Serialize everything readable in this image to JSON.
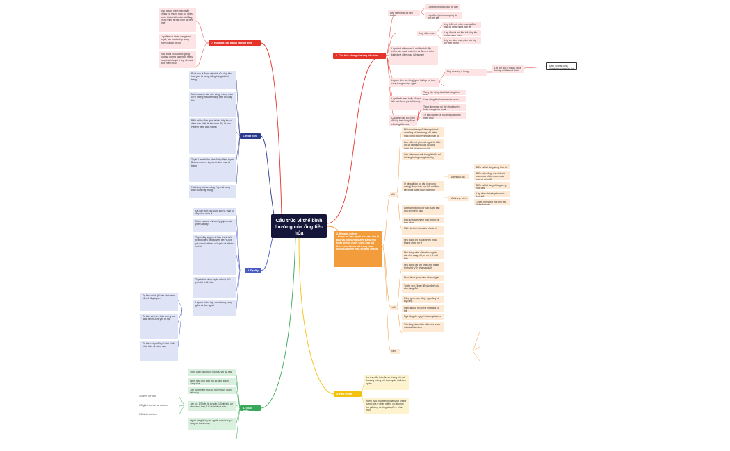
{
  "root": {
    "title": "Cấu trúc vi thể bình thường của ống tiêu hóa"
  },
  "colors": {
    "red": "#e5332a",
    "orange": "#f39c3b",
    "yellow": "#f4c20d",
    "green": "#3aa85c",
    "blue": "#4a5bc4",
    "navy": "#2b3a8c",
    "pinkfill": "#fde3e3",
    "orangefill": "#fde9d4",
    "yellowfill": "#fdf4cf",
    "greenfill": "#d9f0df",
    "bluefill": "#dfe3f6"
  },
  "branches": {
    "b1": "1. Cấu trúc chung của ống tiêu hóa",
    "b2": "2. Khoang miệng\n- Được bố bao ngoài hầu cấu của tế bào vài lớp sừng được sừng hóa hoặc không được sừng hóa tùy theo mức độ ma sát trong hoạt động của niêm mạc khoang miệng",
    "b3": "3. Hầu (Họng)",
    "b4": "4. Thực quản",
    "b5": "5. Dạ dày",
    "b6": "6. Ruột non",
    "b7": "7. Ruột già (đại tràng) và ruột thừa"
  },
  "right_top": {
    "l1a": "Lớp niêm mạc lót bên trong",
    "l1a_items": [
      "Lớp biểu mô bao phủ bề mặt",
      "Lớp đệm (lamina propria) là mô liên kết"
    ],
    "l1b": "Lớp niêm mạc",
    "l1b_items": [
      "Lớp biểu mô niêm mạc phủ bề mặt có chức năng bảo vệ",
      "Lớp đệm là mô liên kết lỏng lẻo chứa mạch máu",
      "Lớp cơ niêm mạc gồm các lớp cơ trơn mỏng"
    ],
    "l1c": "Lớp dưới niêm mạc là mô liên kết đặc chứa các mạch máu lớn và đám rối thần kinh dưới niêm mạc (Meissner)",
    "l1d": "Lớp cơ (lớp cơ riêng) gồm hai lớp cơ trơn: vòng trong và dọc ngoài",
    "l1d_items": [
      "Lớp cơ vòng ở trong",
      "Lớp cơ dọc ở ngoài, giữa hai lớp có đám rối thần kinh cơ ruột (Auerbach)"
    ],
    "l1e": "Lớp thanh mạc hoặc vỏ ngoài là lớp mô liên kết được phủ bởi trung biểu mô",
    "l1f": "Các tầng cấu trúc biến đổi tùy theo từng đoạn của ống tiêu hóa",
    "l1f_items": [
      "Tầng vận động của thành ống tiêu hóa",
      "Hoạt động tiêu hóa của các tuyến",
      "Tầng niêm mạc có thể chứa tuyến hoặc nang bạch huyết",
      "Tế bào nội tiết rải rác trong biểu mô niêm mạc"
    ],
    "note": "Đám rối thần kinh Auerbach nằm giữa lớp cơ vòng và lớp cơ dọc"
  },
  "right_mid": {
    "moi_label": "Môi",
    "moi_text": [
      "Môi được bao phủ bên ngoài bởi da mỏng và bên trong bởi niêm mạc, vùng chuyển tiếp là phần đỏ của môi",
      "Lớp biểu mô phủ mặt ngoài là biểu mô lát tầng sừng hóa có lông, tuyến bã và tuyến mồ hôi",
      "Lớp niêm mạc mặt trong là biểu mô lát tầng không sừng hóa dày",
      "Ở giữa là lớp cơ vân (cơ vòng miệng) được bao bọc bởi mô liên kết chứa tuyến nước bọt nhỏ"
    ],
    "moi_sub": [
      "Mặt ngoài: da mỏng",
      "Phần đỏ của môi",
      "Mặt trong: niêm mạc"
    ],
    "moi_items": [
      "Biểu mô lát tầng sừng hóa có lông, tuyến bã",
      "Biểu mô mỏng, nhú chân bì cao chứa nhiều mạch máu nên có màu đỏ",
      "Biểu mô lát tầng không sừng hóa dày",
      "Lớp đệm chứa tuyến nước bọt nhỏ",
      "Tuyến nước bọt môi chủ yếu là tuyến nhầy"
    ],
    "luoi_label": "Lưỡi",
    "luoi_text": [
      "Lưỡi là một khối cơ vân được bao phủ bởi niêm mạc",
      "Mặt dưới lưỡi niêm mạc mỏng và trơn nhẵn",
      "Mặt trên lưỡi có nhiều nhú lưỡi",
      "Nhú dạng chỉ là loại nhiều nhất, không chứa nụ vị",
      "Nhú dạng nấm nằm rải rác giữa các nhú dạng chỉ, có nụ vị ở mặt trên",
      "Nhú dạng đài lớn nhất, xếp thành hình chữ V ở phía sau lưỡi",
      "Nụ vị là cơ quan cảm nhận vị giác",
      "Tuyến von Ebner đổ vào rãnh của nhú dạng đài"
    ],
    "rang_label": "Răng",
    "rang_items": [
      "Răng gồm men răng, ngà răng và tủy răng",
      "Men răng là mô cứng nhất của cơ thể",
      "Ngà răng do nguyên bào ngà tạo ra",
      "Tủy răng là mô liên kết chứa mạch máu và thần kinh"
    ]
  },
  "right_bot": {
    "hau_text": [
      "Là ống dẫn thức ăn và không khí, nối khoang miệng với thực quản và thanh quản",
      "Niêm mạc phủ biểu mô lát tầng không sừng hóa ở phần miệng và biểu mô trụ giả tầng có lông chuyển ở phần mũi"
    ]
  },
  "left_top": {
    "rg_text": [
      "Ruột già có niêm mạc nhẵn không có nhung mao, có nhiều tuyến Lieberkühn dài và thẳng chứa nhiều tế bào hình đài tiết nhầy",
      "Lớp đệm có nhiều nang bạch huyết, lớp cơ dọc tập trung thành ba dải cơ dọc",
      "Ruột thừa có cấu trúc giống ruột già nhưng lòng hẹp, nhiều nang bạch huyết ở lớp đệm và dưới niêm mạc"
    ]
  },
  "left_mid": {
    "rn_text": [
      "Ruột non là đoạn dài nhất của ống tiêu hóa gồm tá tràng, hỗng tràng và hồi tràng",
      "Niêm mạc có các nếp vòng, nhung mao và vi nhung mao làm tăng diện tích hấp thu",
      "Biểu mô trụ đơn gồm tế bào hấp thu có diềm bàn chải, tế bào hình đài, tế bào Paneth và tế bào nội tiết",
      "Tuyến Lieberkühn nằm ở lớp đệm, tuyến Brunner nằm ở lớp dưới niêm mạc tá tràng",
      "Hồi tràng có các mảng Peyer là nang bạch huyết tập trung"
    ]
  },
  "left_dd": {
    "dd_text": [
      "Dạ dày gồm các vùng tâm vị, thân vị, đáy vị và môn vị",
      "Niêm mạc có nhiều nếp gấp và các phễu dạ dày",
      "Tuyến đáy vị gồm tế bào chính tiết pepsinogen, tế bào viền tiết HCl và yếu tố nội, tế bào cổ tuyến và tế bào nội tiết",
      "Tuyến tâm vị và tuyến môn vị chủ yếu tiết chất nhầy",
      "Lớp cơ có ba lớp: chéo trong, vòng giữa và dọc ngoài"
    ],
    "dd_side": [
      "Tế bào chính (tế bào sinh men) nằm ở đáy tuyến",
      "Tế bào viền lớn, bào tương ưa acid, tiết HCl và yếu tố nội",
      "Tế bào nhầy cổ tuyến tiết chất nhầy bảo vệ niêm mạc"
    ]
  },
  "left_tq": {
    "tq_text": [
      "Thực quản là ống cơ nối hầu với dạ dày",
      "Niêm mạc phủ biểu mô lát tầng không sừng hóa",
      "Lớp dưới niêm mạc có tuyến thực quản tiết nhầy",
      "Lớp cơ: 1/3 trên là cơ vân, 1/3 giữa là cơ vân và cơ trơn, 1/3 dưới là cơ trơn",
      "Ngoài cùng là lớp vỏ ngoài, đoạn trong ổ bụng có thanh mạc"
    ],
    "tq_side": [
      "1/3 trên: cơ vân",
      "1/3 giữa: cơ vân và cơ trơn",
      "1/3 dưới: cơ trơn"
    ]
  }
}
